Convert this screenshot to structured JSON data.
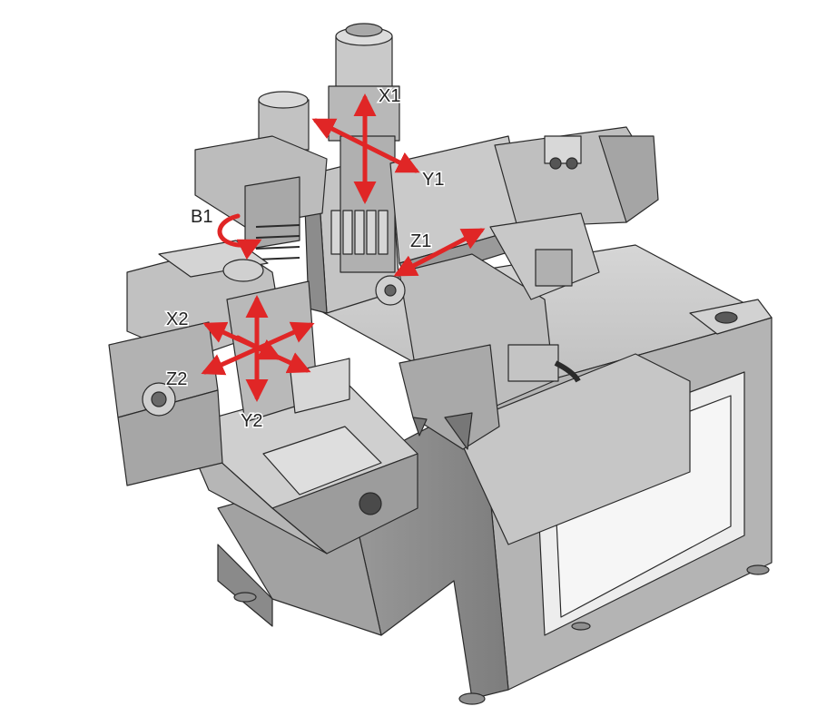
{
  "figure": {
    "axis_labels": {
      "x1": "X1",
      "y1": "Y1",
      "z1": "Z1",
      "b1": "B1",
      "x2": "X2",
      "z2": "Z2",
      "y2": "Y2"
    },
    "colors": {
      "arrow": "#e02626",
      "frame": "#a9a9a9",
      "frame_light": "#c8c8c8",
      "frame_dark": "#6e6e6e",
      "outline": "#2a2a2a",
      "background": "#ffffff"
    },
    "icons": [
      "motor-icon",
      "rotation-arrow-icon",
      "bidirectional-arrow-icon"
    ]
  }
}
